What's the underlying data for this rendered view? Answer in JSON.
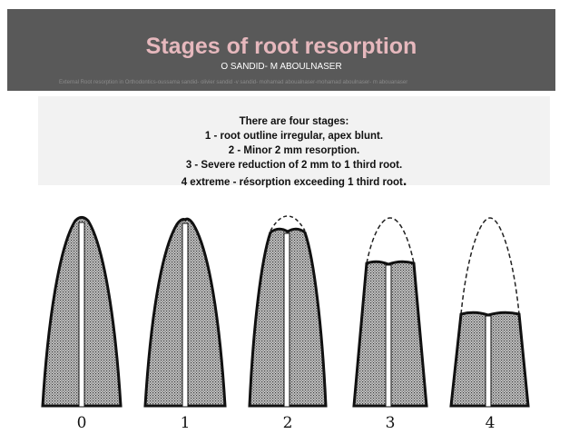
{
  "slide": {
    "title": "Stages of root resorption",
    "subtitle": "O SANDID-  M ABOULNASER",
    "caption": "External Root resorption in Orthodontics-oussama sandid- olivier sandid -v sandid- mohamad aboualnaser-mohamad aboulnaser- m abouanaser"
  },
  "stages": {
    "heading": "There are four stages:",
    "items": [
      "1 - root outline irregular, apex blunt.",
      "2 - Minor 2 mm resorption.",
      "3 - Severe reduction of 2 mm to 1 third root."
    ],
    "last_item": "4 extreme - résorption exceeding 1  third root",
    "last_item_end": "."
  },
  "figure": {
    "labels": [
      "0",
      "1",
      "2",
      "3",
      "4"
    ]
  },
  "colors": {
    "header_bg": "#595959",
    "title": "#e6b8bd",
    "box_bg": "#f2f2f2"
  }
}
